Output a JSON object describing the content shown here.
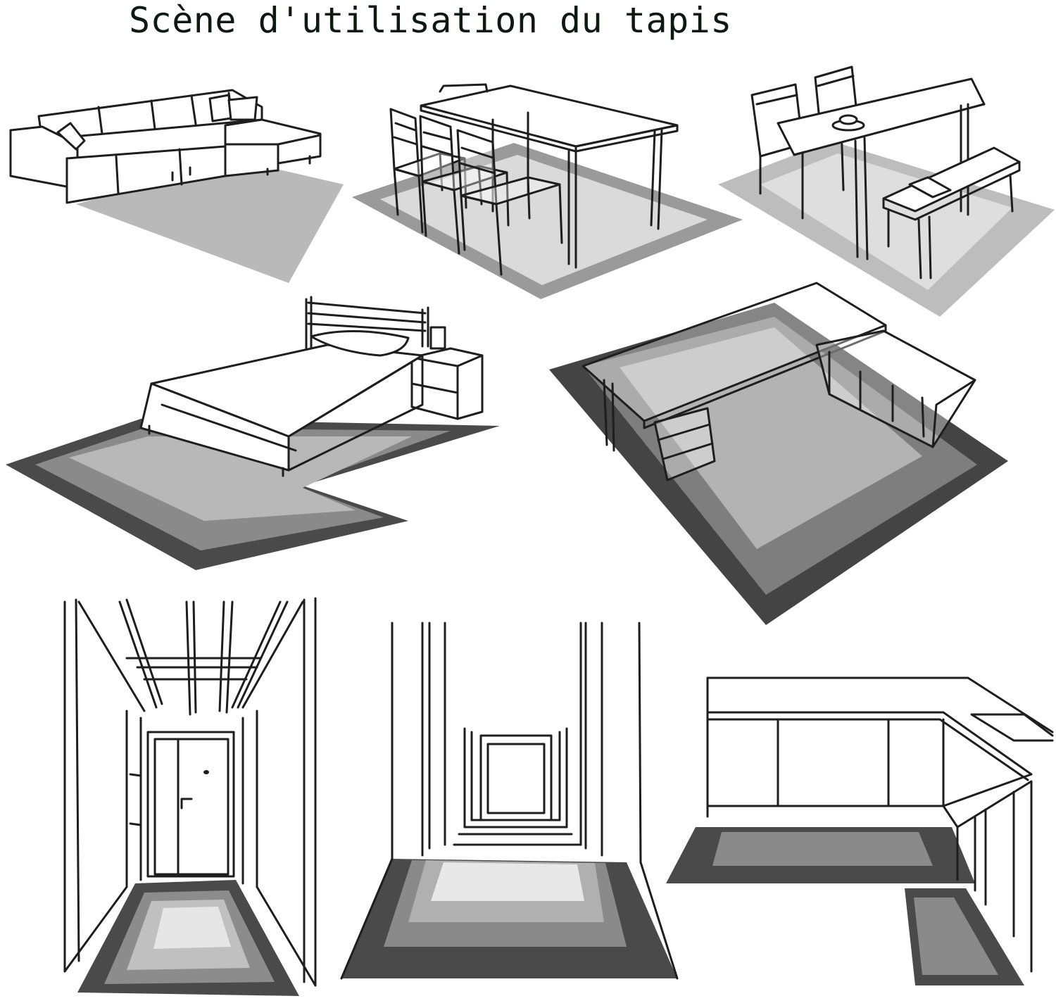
{
  "title": "Scène d'utilisation du tapis",
  "colors": {
    "rug_dark": "#4a4a4a",
    "rug_mid": "#8a8a8a",
    "rug_light": "#b4b4b4",
    "rug_pale": "#dcdcdc",
    "line": "#1e1e1e",
    "title_text": "#0c1a10"
  },
  "scenes": [
    {
      "name": "living-room-sofa",
      "icon": "sofa-icon"
    },
    {
      "name": "dining-room-chairs",
      "icon": "dining-table-icon"
    },
    {
      "name": "dining-room-bench",
      "icon": "bench-icon"
    },
    {
      "name": "bedroom",
      "icon": "bed-icon"
    },
    {
      "name": "office-desk",
      "icon": "desk-icon"
    },
    {
      "name": "hallway-door",
      "icon": "door-icon"
    },
    {
      "name": "entrance-corridor",
      "icon": "corridor-icon"
    },
    {
      "name": "kitchen",
      "icon": "kitchen-counter-icon"
    }
  ]
}
